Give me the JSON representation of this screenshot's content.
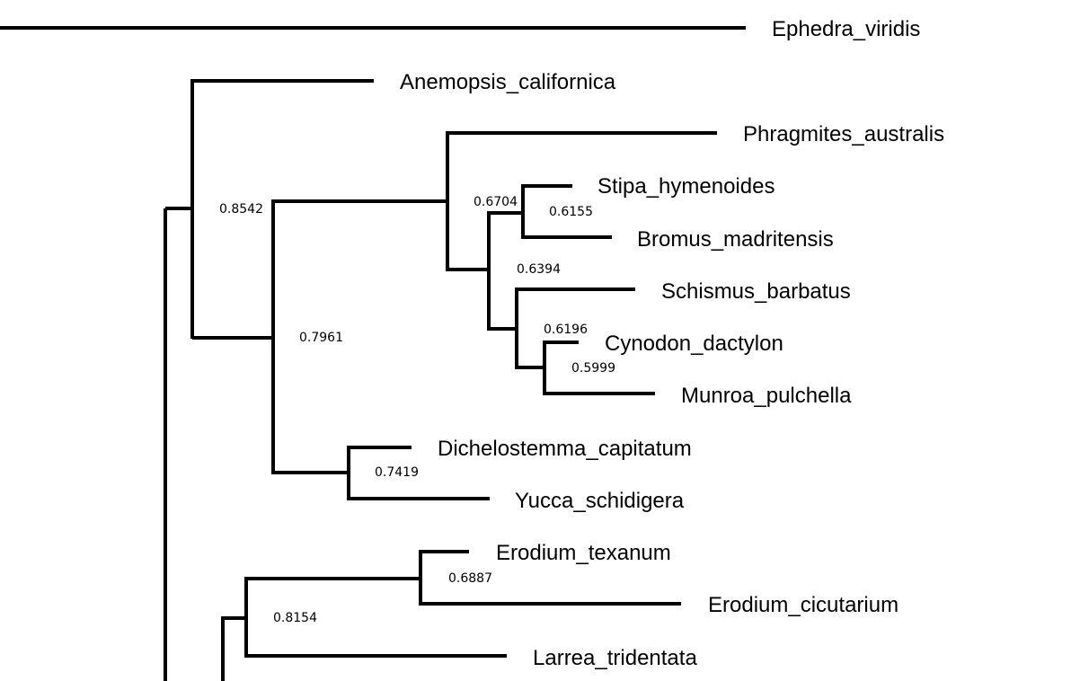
{
  "diagram": {
    "type": "phylogenetic-tree",
    "line_color": "#000000",
    "background": "#ffffff",
    "tips": [
      {
        "id": "t_eph",
        "label": "Ephedra_viridis"
      },
      {
        "id": "t_ane",
        "label": "Anemopsis_californica"
      },
      {
        "id": "t_phr",
        "label": "Phragmites_australis"
      },
      {
        "id": "t_sti",
        "label": "Stipa_hymenoides"
      },
      {
        "id": "t_bro",
        "label": "Bromus_madritensis"
      },
      {
        "id": "t_sch",
        "label": "Schismus_barbatus"
      },
      {
        "id": "t_cyn",
        "label": "Cynodon_dactylon"
      },
      {
        "id": "t_mun",
        "label": "Munroa_pulchella"
      },
      {
        "id": "t_dic",
        "label": "Dichelostemma_capitatum"
      },
      {
        "id": "t_yuc",
        "label": "Yucca_schidigera"
      },
      {
        "id": "t_ert",
        "label": "Erodium_texanum"
      },
      {
        "id": "t_erc",
        "label": "Erodium_cicutarium"
      },
      {
        "id": "t_lar",
        "label": "Larrea_tridentata"
      }
    ],
    "clades": [
      {
        "id": "n_sti_bro",
        "members": [
          "Stipa_hymenoides",
          "Bromus_madritensis"
        ],
        "support": "0.6155"
      },
      {
        "id": "n_cyn_mun",
        "members": [
          "Cynodon_dactylon",
          "Munroa_pulchella"
        ],
        "support": "0.5999"
      },
      {
        "id": "n_sch_cyn_mun",
        "members": [
          "Schismus_barbatus",
          "Cynodon_dactylon",
          "Munroa_pulchella"
        ],
        "support": "0.6196"
      },
      {
        "id": "n_stibro_schcynmun",
        "members": [
          "Stipa_hymenoides",
          "Bromus_madritensis",
          "Schismus_barbatus",
          "Cynodon_dactylon",
          "Munroa_pulchella"
        ],
        "support": "0.6394"
      },
      {
        "id": "n_grasses",
        "members": [
          "Phragmites_australis",
          "Stipa_hymenoides",
          "Bromus_madritensis",
          "Schismus_barbatus",
          "Cynodon_dactylon",
          "Munroa_pulchella"
        ],
        "support": "0.6704"
      },
      {
        "id": "n_dic_yuc",
        "members": [
          "Dichelostemma_capitatum",
          "Yucca_schidigera"
        ],
        "support": "0.7419"
      },
      {
        "id": "n_monocots",
        "members": [
          "Phragmites_australis",
          "Stipa_hymenoides",
          "Bromus_madritensis",
          "Schismus_barbatus",
          "Cynodon_dactylon",
          "Munroa_pulchella",
          "Dichelostemma_capitatum",
          "Yucca_schidigera"
        ],
        "support": "0.7961"
      },
      {
        "id": "n_ane_mono",
        "members": [
          "Anemopsis_californica",
          "Phragmites_australis",
          "Stipa_hymenoides",
          "Bromus_madritensis",
          "Schismus_barbatus",
          "Cynodon_dactylon",
          "Munroa_pulchella",
          "Dichelostemma_capitatum",
          "Yucca_schidigera"
        ],
        "support": "0.8542"
      },
      {
        "id": "n_erodium",
        "members": [
          "Erodium_texanum",
          "Erodium_cicutarium"
        ],
        "support": "0.6887"
      },
      {
        "id": "n_ero_lar",
        "members": [
          "Erodium_texanum",
          "Erodium_cicutarium",
          "Larrea_tridentata"
        ],
        "support": "0.8154"
      }
    ]
  }
}
